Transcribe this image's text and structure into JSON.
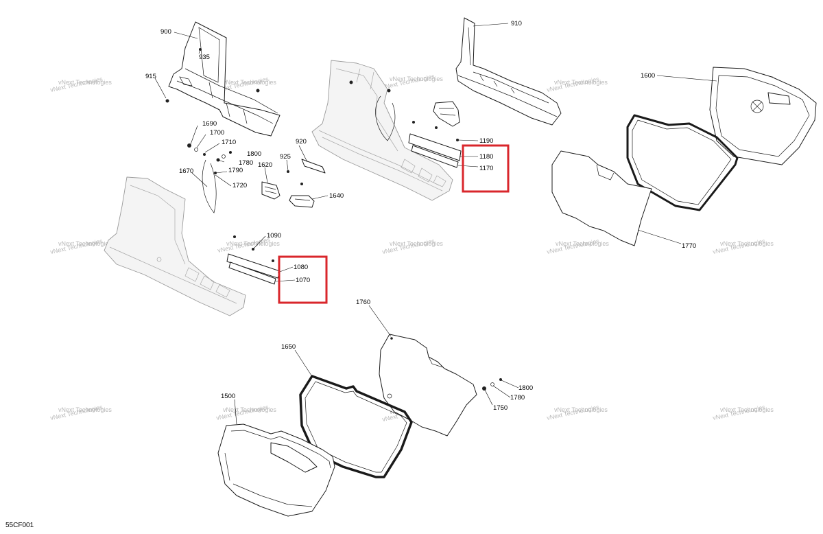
{
  "diagram": {
    "code": "55CF001",
    "watermark_line1": "vNext Technologies",
    "watermark_line2": "vNext Technologies",
    "labels": {
      "p900": "900",
      "p935": "935",
      "p915": "915",
      "p910": "910",
      "p1600": "1600",
      "p1690": "1690",
      "p1700": "1700",
      "p1710": "1710",
      "p1800a": "1800",
      "p1780a": "1780",
      "p1790": "1790",
      "p1670": "1670",
      "p1720": "1720",
      "p920": "920",
      "p925": "925",
      "p1620": "1620",
      "p1640": "1640",
      "p1190": "1190",
      "p1180": "1180",
      "p1170": "1170",
      "p1090": "1090",
      "p1080": "1080",
      "p1070": "1070",
      "p1770": "1770",
      "p1760": "1760",
      "p1650": "1650",
      "p1500": "1500",
      "p1800b": "1800",
      "p1780b": "1780",
      "p1750": "1750"
    }
  }
}
